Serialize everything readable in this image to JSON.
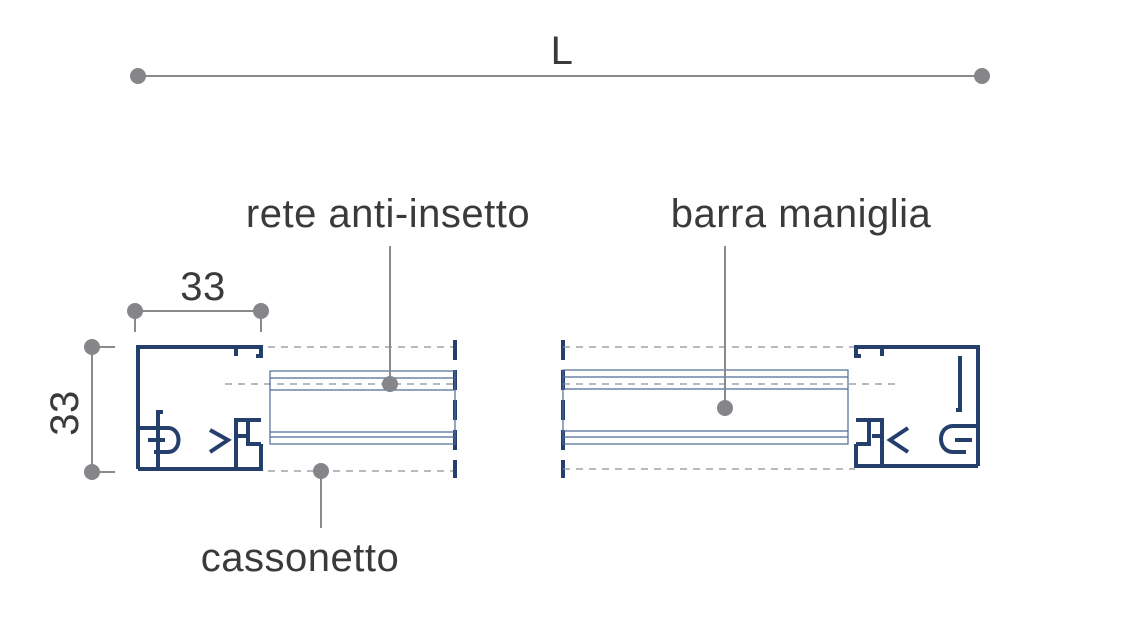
{
  "dimensions": {
    "length_label": "L",
    "width_label": "33",
    "height_label": "33"
  },
  "labels": {
    "insect_screen": "rete anti-insetto",
    "handle_bar": "barra maniglia",
    "box": "cassonetto"
  },
  "colors": {
    "profile": "#243f6b",
    "dimension": "#8a8a8c",
    "text": "#3a3a3c"
  }
}
